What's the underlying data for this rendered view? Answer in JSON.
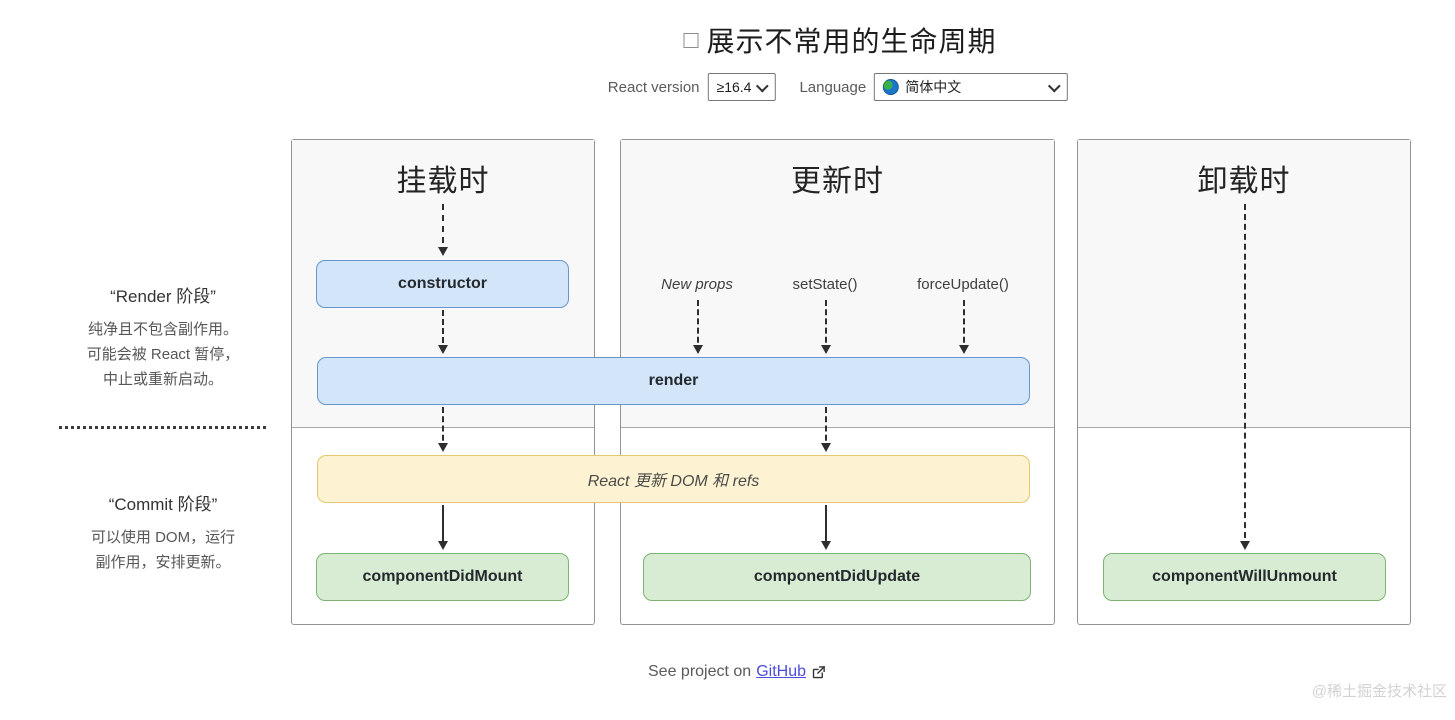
{
  "page": {
    "title": "展示不常用的生命周期",
    "checkbox_checked": false,
    "watermark": "@稀土掘金技术社区"
  },
  "controls": {
    "react_version_label": "React version",
    "react_version_value": "≥16.4",
    "language_label": "Language",
    "language_value": "简体中文",
    "language_icon": "globe-icon"
  },
  "phases": {
    "render": {
      "title": "“Render 阶段”",
      "description_lines": [
        "纯净且不包含副作用。",
        "可能会被 React 暂停，",
        "中止或重新启动。"
      ]
    },
    "commit": {
      "title": "“Commit 阶段”",
      "description_lines": [
        "可以使用 DOM，运行",
        "副作用，安排更新。"
      ]
    }
  },
  "columns": {
    "mounting": {
      "title": "挂载时"
    },
    "updating": {
      "title": "更新时"
    },
    "unmounting": {
      "title": "卸载时"
    }
  },
  "triggers": {
    "new_props": "New props",
    "set_state": "setState()",
    "force_update": "forceUpdate()"
  },
  "methods": {
    "constructor": "constructor",
    "render": "render",
    "react_updates": "React 更新 DOM 和 refs",
    "component_did_mount": "componentDidMount",
    "component_did_update": "componentDidUpdate",
    "component_will_unmount": "componentWillUnmount"
  },
  "footer": {
    "prefix": "See project on",
    "link_text": "GitHub",
    "link_icon": "external-link-icon"
  },
  "colors": {
    "method_blue_bg": "#d3e5f9",
    "method_blue_border": "#6896ca",
    "method_green_bg": "#d8ecd3",
    "method_green_border": "#7db471",
    "side_effect_yellow_bg": "#fdf3d2",
    "side_effect_yellow_border": "#e6c76f",
    "panel_render_zone_bg": "#f8f8f8",
    "link_color": "#4c4cdd"
  }
}
